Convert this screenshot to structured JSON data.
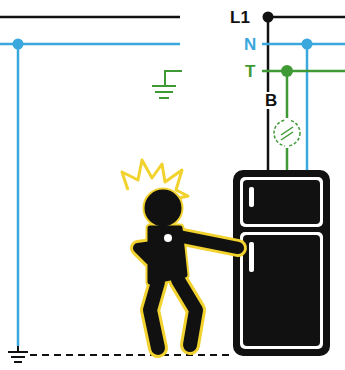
{
  "diagram": {
    "labels": [
      "L1",
      "N",
      "T",
      "B"
    ]
  }
}
